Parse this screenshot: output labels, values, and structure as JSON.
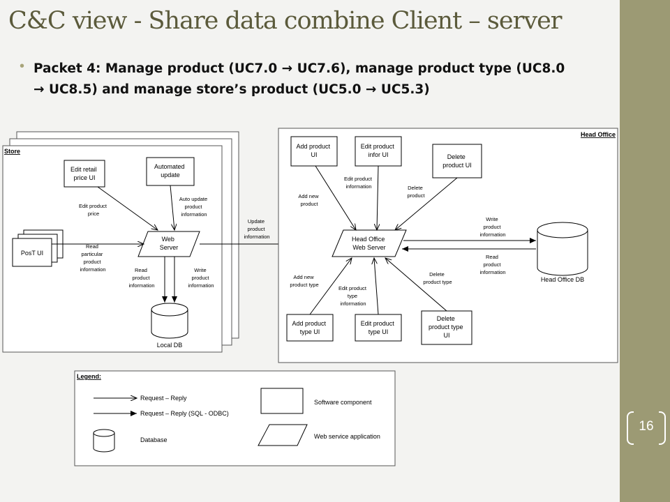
{
  "slide": {
    "title": "C&C view - Share data combine Client – server",
    "bullet": "Packet 4: Manage product (UC7.0 → UC7.6), manage product type (UC8.0 → UC8.5) and manage store’s product (UC5.0 → UC5.3)",
    "page_number": "16"
  },
  "store": {
    "label": "Store",
    "edit_retail_price_ui": [
      "Edit retail",
      "price UI"
    ],
    "automated_update": [
      "Automated",
      "update"
    ],
    "pos_ui": "PosT UI",
    "web_server": [
      "Web",
      "Server"
    ],
    "local_db": "Local DB",
    "edit_product_price": [
      "Edit product",
      "price"
    ],
    "auto_update_info": [
      "Auto update",
      "product",
      "information"
    ],
    "read_particular": [
      "Read",
      "particular",
      "product",
      "information"
    ],
    "read_product_info": [
      "Read",
      "product",
      "information"
    ],
    "write_product_info": [
      "Write",
      "product",
      "information"
    ]
  },
  "update_link": [
    "Update",
    "product",
    "information"
  ],
  "head_office": {
    "label": "Head Office",
    "add_product_ui": [
      "Add product",
      "UI"
    ],
    "edit_product_infor_ui": [
      "Edit product",
      "infor UI"
    ],
    "delete_product_ui": [
      "Delete",
      "product UI"
    ],
    "web_server": [
      "Head Office",
      "Web Server"
    ],
    "db": "Head Office DB",
    "add_product_type_ui": [
      "Add product",
      "type UI"
    ],
    "edit_product_type_ui": [
      "Edit product",
      "type UI"
    ],
    "delete_product_type_ui": [
      "Delete",
      "product type",
      "UI"
    ],
    "add_new_product": [
      "Add new",
      "product"
    ],
    "edit_product_information": [
      "Edit product",
      "information"
    ],
    "delete_product": [
      "Delete",
      "product"
    ],
    "write_product_information": [
      "Write",
      "product",
      "information"
    ],
    "read_product_information": [
      "Read",
      "product",
      "information"
    ],
    "add_new_product_type": [
      "Add new",
      "product type"
    ],
    "edit_product_type_information": [
      "Edit product",
      "type",
      "information"
    ],
    "delete_product_type": [
      "Delete",
      "product type"
    ]
  },
  "legend": {
    "title": "Legend:",
    "request_reply": "Request – Reply",
    "request_reply_sql": "Request – Reply (SQL - ODBC)",
    "database": "Database",
    "software_component": "Software component",
    "web_service_application": "Web service application"
  }
}
